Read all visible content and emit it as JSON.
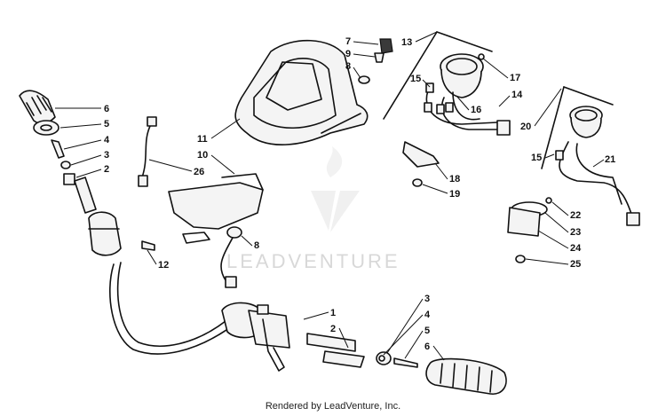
{
  "watermark": "LEADVENTURE",
  "footer": "Rendered by LeadVenture, Inc.",
  "callouts": {
    "c7": "7",
    "c9": "9",
    "c8a": "8",
    "c13": "13",
    "c17": "17",
    "c15a": "15",
    "c14": "14",
    "c16": "16",
    "c18": "18",
    "c19": "19",
    "c20": "20",
    "c15b": "15",
    "c21": "21",
    "c22": "22",
    "c23": "23",
    "c24": "24",
    "c25": "25",
    "c6a": "6",
    "c5a": "5",
    "c4a": "4",
    "c3a": "3",
    "c2a": "2",
    "c11": "11",
    "c10": "10",
    "c26": "26",
    "c8b": "8",
    "c12": "12",
    "c1": "1",
    "c2b": "2",
    "c3b": "3",
    "c4b": "4",
    "c5b": "5",
    "c6b": "6"
  }
}
